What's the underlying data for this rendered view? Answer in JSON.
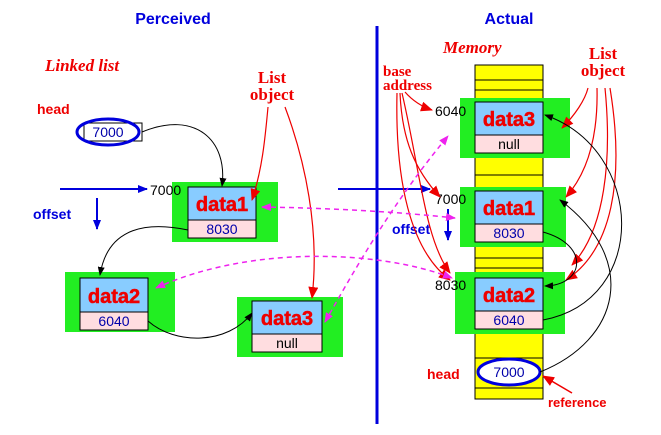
{
  "headers": {
    "perceived": "Perceived",
    "actual": "Actual"
  },
  "labels": {
    "linked_list": "Linked list",
    "memory": "Memory",
    "list_object_left": "List object",
    "list_object_right": "List object",
    "base_address": "base address",
    "head_left": "head",
    "head_right": "head",
    "offset_left": "offset",
    "offset_right": "offset",
    "reference": "reference"
  },
  "perceived_nodes": [
    {
      "data": "data1",
      "next": "8030",
      "address": "7000"
    },
    {
      "data": "data2",
      "next": "6040"
    },
    {
      "data": "data3",
      "next": "null"
    }
  ],
  "memory_nodes": [
    {
      "data": "data3",
      "next": "null",
      "address": "6040"
    },
    {
      "data": "data1",
      "next": "8030",
      "address": "7000"
    },
    {
      "data": "data2",
      "next": "6040",
      "address": "8030"
    }
  ],
  "head_value_left": "7000",
  "head_value_right": "7000",
  "colors": {
    "blue": "#0000dd",
    "red": "#ee0000",
    "green": "#22ee22",
    "cell_blue": "#88ccff",
    "cell_pink": "#ffdde0",
    "memory_yellow": "#ffff00",
    "magenta": "#ee22ee"
  }
}
